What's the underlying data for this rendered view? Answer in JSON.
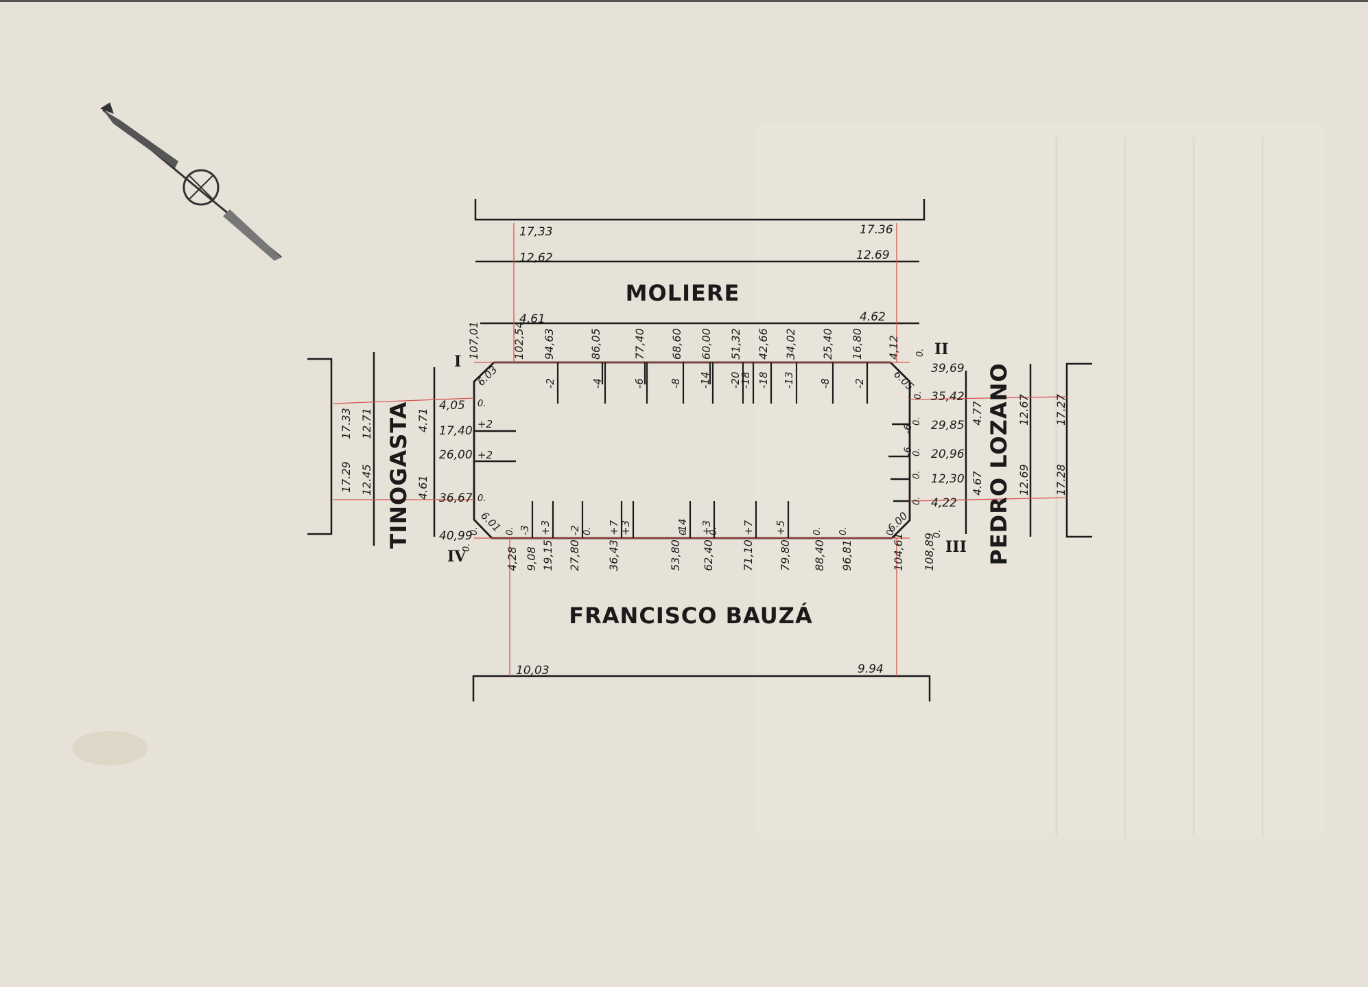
{
  "streets": {
    "north": "MOLIERE",
    "south": "FRANCISCO  BAUZÁ",
    "west": "TINOGASTA",
    "east": "PEDRO LOZANO"
  },
  "corners": {
    "I": "I",
    "II": "II",
    "III": "III",
    "IV": "IV"
  },
  "north_levels": {
    "outer_left": "17,33",
    "outer_right": "17.36",
    "mid_left": "12,62",
    "mid_right": "12.69",
    "inner_left": "4.61",
    "inner_right": "4.62"
  },
  "south_levels": {
    "left": "10,03",
    "right": "9.94"
  },
  "west_levels": {
    "outer_top": "17.33",
    "outer_bottom": "17.29",
    "mid_top": "12.71",
    "mid_bottom": "12.45",
    "inner_top": "4.71",
    "inner_bottom": "4.61"
  },
  "east_levels": {
    "inner_top": "4.77",
    "inner_bottom": "4.67",
    "mid_top": "12.67",
    "mid_bottom": "12.69",
    "outer_top": "17.27",
    "outer_bottom": "17.28"
  },
  "top_dists": [
    "107,01",
    "102,54",
    "94,63",
    "86,05",
    "77,40",
    "68,60",
    "60,00",
    "51,32",
    "42,66",
    "34,02",
    "25,40",
    "16,80",
    "4,12"
  ],
  "top_offsets": [
    "-2",
    "-4",
    "-6",
    "-8",
    "-14",
    "-20",
    "-18",
    "-18",
    "-13",
    "-8",
    "-2"
  ],
  "bottom_dists": [
    "4,28",
    "9,08",
    "19,15",
    "27,80",
    "36,43",
    "53,80",
    "62,40",
    "71,10",
    "79,80",
    "88,40",
    "96,81",
    "104,61",
    "108,89"
  ],
  "bottom_offsets": [
    "-3",
    "+3",
    "-2",
    "+7",
    "+3",
    "-14",
    "+3",
    "+7",
    "+5"
  ],
  "bottom_zeros": [
    "0.",
    "0.",
    "0.",
    "0.",
    "0.",
    "0.",
    "0.",
    "0."
  ],
  "west_dists": [
    "4,05",
    "17,40",
    "26,00",
    "36,67",
    "40,99"
  ],
  "west_offsets": [
    "+2",
    "+2"
  ],
  "west_zeros": [
    "0.",
    "0.",
    "0."
  ],
  "east_dists": [
    "39,69",
    "35,42",
    "29,85",
    "20,96",
    "12,30",
    "4,22"
  ],
  "east_offsets": [
    "-6",
    "-6"
  ],
  "east_zeros": [
    "0.",
    "0.",
    "0.",
    "0.",
    "0.",
    "0.",
    "0."
  ],
  "chamfers": {
    "nw": "6.03",
    "ne": "6.05",
    "se": "6.00",
    "sw": "6.01"
  },
  "colors": {
    "paper": "#e6e2d8",
    "ink": "#1a1a1a",
    "red_line": "#d9534f"
  }
}
